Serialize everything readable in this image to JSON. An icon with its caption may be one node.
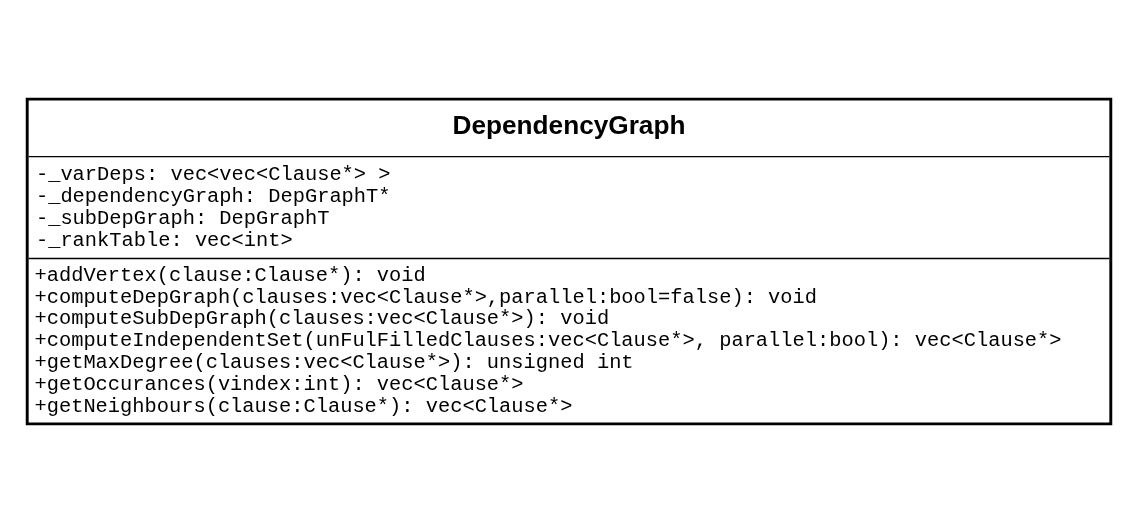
{
  "diagram": {
    "nodes": [
      {
        "text": [
          "DependencyGraph",
          "-_varDeps: vec<vec<Clause*> >",
          "-_dependencyGraph: DepGraphT*",
          "-_subDepGraph: DepGraphT",
          "-_rankTable: vec<int>",
          "+addVertex(clause:Clause*): void",
          "+computeDepGraph(clauses:vec<Clause*>,parallel:bool=false): void",
          "+computeSubDepGraph(clauses:vec<Clause*>): void",
          "+computeIndependentSet(unFulFilledClauses:vec<Clause*>, parallel:bool): vec<Clause*>",
          "+getMaxDegree(clauses:vec<Clause*>): unsigned int",
          "+getOccurances(vindex:int): vec<Clause*>",
          "+getNeighbours(clause:Clause*): vec<Clause*>"
        ]
      }
    ]
  }
}
